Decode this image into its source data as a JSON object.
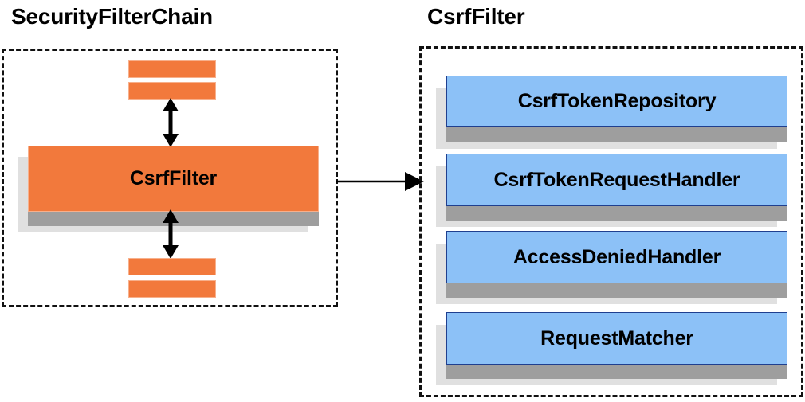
{
  "diagram": {
    "title_left": "SecurityFilterChain",
    "title_right": "CsrfFilter",
    "colors": {
      "orange_fill": "#f2793c",
      "orange_border": "#f7b08c",
      "blue_fill": "#8cc1f7",
      "blue_border": "#1f3f8f",
      "shadow_dark": "#9e9e9e",
      "shadow_light": "#e0e0e0",
      "outline": "#111111",
      "text": "#000000"
    }
  },
  "chain_panel": {
    "title": "SecurityFilterChain",
    "top_filters": [
      {
        "label": ""
      },
      {
        "label": ""
      }
    ],
    "focus_filter": {
      "label": "CsrfFilter"
    },
    "bottom_filters": [
      {
        "label": ""
      },
      {
        "label": ""
      }
    ],
    "arrows": {
      "upper": "double-headed-vertical-arrow",
      "lower": "double-headed-vertical-arrow"
    }
  },
  "connector": {
    "name": "chain-to-filter-arrow",
    "kind": "single-headed-horizontal-arrow"
  },
  "filter_panel": {
    "title": "CsrfFilter",
    "collaborators": [
      {
        "label": "CsrfTokenRepository"
      },
      {
        "label": "CsrfTokenRequestHandler"
      },
      {
        "label": "AccessDeniedHandler"
      },
      {
        "label": "RequestMatcher"
      }
    ]
  }
}
